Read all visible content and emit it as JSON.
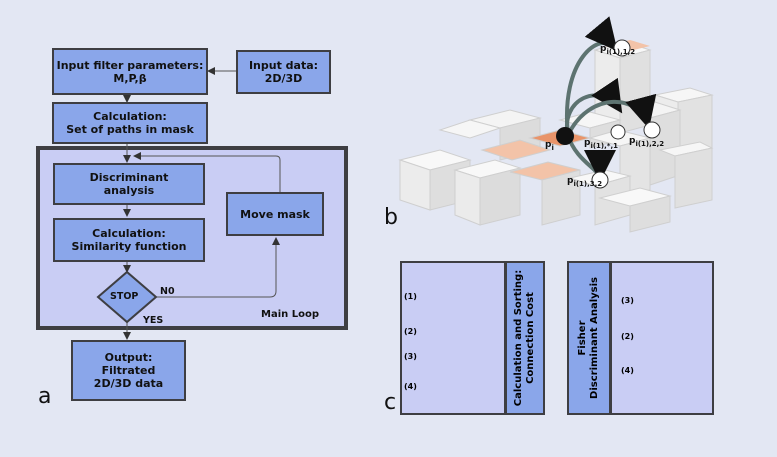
{
  "panel_a": {
    "letter": "a",
    "input_filter": [
      "Input filter parameters:",
      "M,P,β"
    ],
    "input_data": [
      "Input data:",
      "2D/3D"
    ],
    "calc_paths": [
      "Calculation:",
      "Set of paths in mask"
    ],
    "discriminant": [
      "Discriminant",
      "analysis"
    ],
    "similarity": [
      "Calculation:",
      "Similarity function"
    ],
    "move_mask": "Move mask",
    "stop": "STOP",
    "no": "N0",
    "yes": "YES",
    "main_loop": "Main Loop",
    "output": [
      "Output:",
      "Filtrated",
      "2D/3D data"
    ]
  },
  "panel_b": {
    "letter": "b",
    "labels": {
      "p_i": {
        "main": "p",
        "sub": "i"
      },
      "p_star": {
        "main": "p",
        "sub": "i(1),*,1"
      },
      "p_12": {
        "main": "p",
        "sub": "i(1),1,2"
      },
      "p_22": {
        "main": "p",
        "sub": "i(1),2,2"
      },
      "p_32": {
        "main": "p",
        "sub": "i(1),3,2"
      }
    }
  },
  "panel_c": {
    "letter": "c",
    "left_indices": [
      "(1)",
      "(2)",
      "(3)",
      "(4)"
    ],
    "mid_label": [
      "Calculation and Sorting:",
      "Connection Cost"
    ],
    "fisher_label": [
      "Fisher",
      "Discriminant Analysis"
    ],
    "right_indices": [
      "(3)",
      "(2)",
      "(4)"
    ]
  },
  "colors": {
    "box": "#8aa6ea",
    "loop_bg": "#c9cdf4",
    "dark": "#3e3e42",
    "orange": "#e9946a",
    "light_orange": "#f3c3a8"
  }
}
